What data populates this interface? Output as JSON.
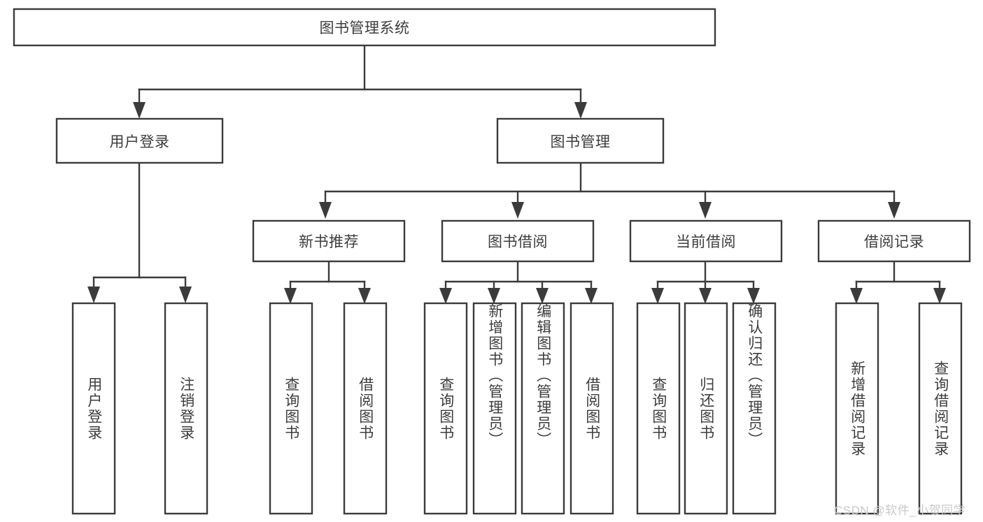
{
  "diagram": {
    "type": "hierarchy-tree",
    "title": "图书管理系统",
    "colors": {
      "box_stroke": "#3b3b3b",
      "box_fill": "#ffffff",
      "text": "#3d3d3d",
      "background": "#ffffff",
      "watermark": "#c9c9c9"
    },
    "levels": {
      "root": {
        "label": "图书管理系统"
      },
      "level2": [
        {
          "label": "用户登录"
        },
        {
          "label": "图书管理"
        }
      ],
      "level3": [
        {
          "label": "新书推荐"
        },
        {
          "label": "图书借阅"
        },
        {
          "label": "当前借阅"
        },
        {
          "label": "借阅记录"
        }
      ],
      "level4": {
        "user_login": [
          {
            "label": "用户登录"
          },
          {
            "label": "注销登录"
          }
        ],
        "new_book_recommend": [
          {
            "label": "查询图书"
          },
          {
            "label": "借阅图书"
          }
        ],
        "book_borrow": [
          {
            "label": "查询图书"
          },
          {
            "label": "新增图书（管理员）"
          },
          {
            "label": "编辑图书（管理员）"
          },
          {
            "label": "借阅图书"
          }
        ],
        "current_borrow": [
          {
            "label": "查询图书"
          },
          {
            "label": "归还图书"
          },
          {
            "label": "确认归还（管理员）"
          }
        ],
        "borrow_record": [
          {
            "label": "新增借阅记录"
          },
          {
            "label": "查询借阅记录"
          }
        ]
      }
    }
  },
  "watermark": {
    "text": "CSDN @软件_小贺同学"
  }
}
